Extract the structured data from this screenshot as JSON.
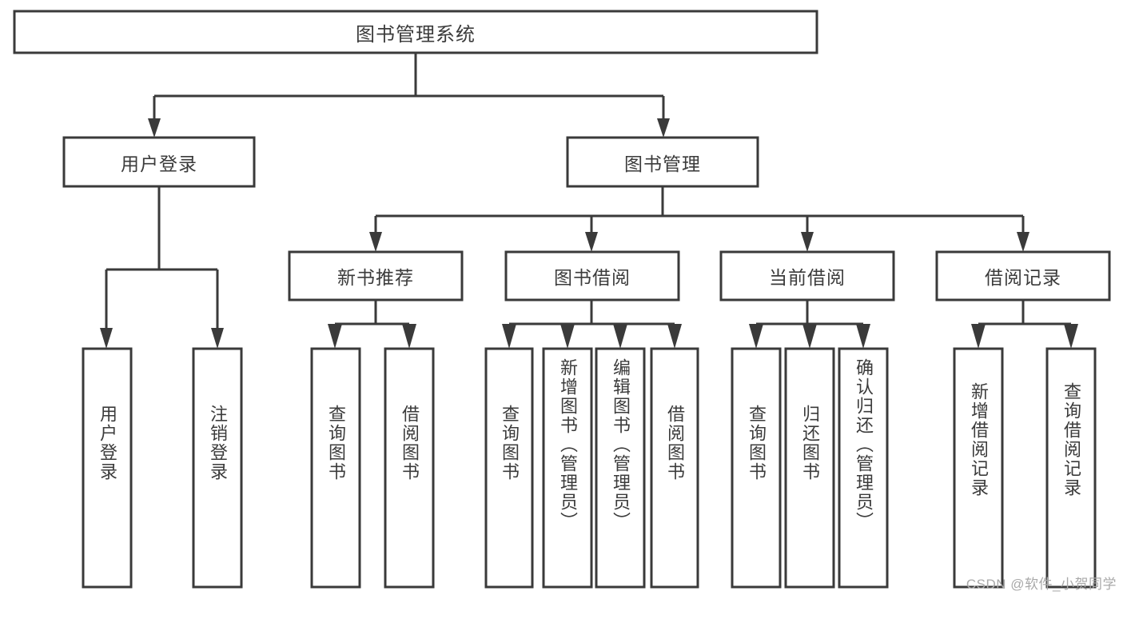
{
  "diagram": {
    "title": "图书管理系统",
    "watermark": "CSDN @软件_小贺同学",
    "line_color": "#3a3a3a",
    "text_color": "#3b3b3b",
    "background": "#ffffff",
    "levels": {
      "root": {
        "label": "图书管理系统"
      },
      "level1": [
        {
          "label": "用户登录"
        },
        {
          "label": "图书管理"
        }
      ],
      "level2": [
        {
          "label": "新书推荐"
        },
        {
          "label": "图书借阅"
        },
        {
          "label": "当前借阅"
        },
        {
          "label": "借阅记录"
        }
      ],
      "leaves": [
        {
          "label": "用户登录",
          "parent": "用户登录"
        },
        {
          "label": "注销登录",
          "parent": "用户登录"
        },
        {
          "label": "查询图书",
          "parent": "新书推荐"
        },
        {
          "label": "借阅图书",
          "parent": "新书推荐"
        },
        {
          "label": "查询图书",
          "parent": "图书借阅"
        },
        {
          "label": "新增图书（管理员）",
          "parent": "图书借阅"
        },
        {
          "label": "编辑图书（管理员）",
          "parent": "图书借阅"
        },
        {
          "label": "借阅图书",
          "parent": "图书借阅"
        },
        {
          "label": "查询图书",
          "parent": "当前借阅"
        },
        {
          "label": "归还图书",
          "parent": "当前借阅"
        },
        {
          "label": "确认归还（管理员）",
          "parent": "当前借阅"
        },
        {
          "label": "新增借阅记录",
          "parent": "借阅记录"
        },
        {
          "label": "查询借阅记录",
          "parent": "借阅记录"
        }
      ]
    }
  }
}
